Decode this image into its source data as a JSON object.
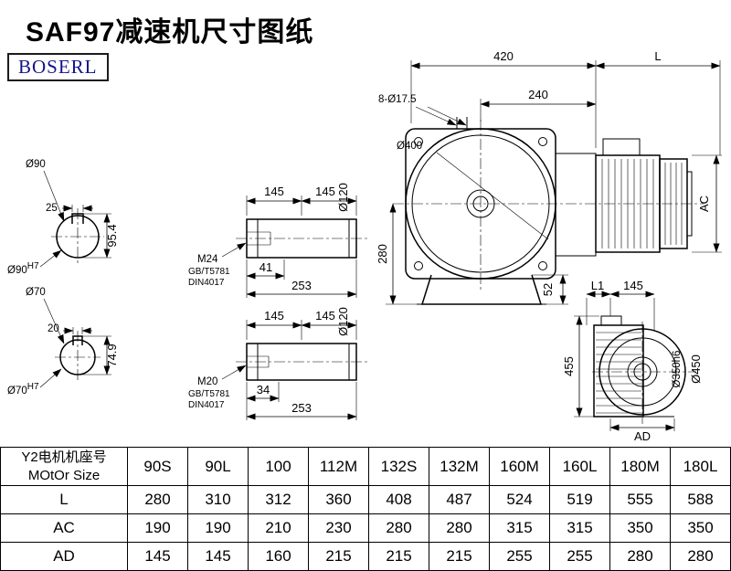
{
  "page": {
    "title": "SAF97减速机尺寸图纸",
    "logo": "BOSERL"
  },
  "details": {
    "top": {
      "dia": "Ø90",
      "key_width": "25",
      "key_height": "95.4",
      "bore": "Ø90",
      "bore_tol": "H7"
    },
    "bottom": {
      "dia": "Ø70",
      "key_width": "20",
      "key_height": "74.9",
      "bore": "Ø70",
      "bore_tol": "H7"
    }
  },
  "shafts": {
    "top": {
      "seg1": "145",
      "seg2": "145",
      "dia": "Ø120",
      "thread": "M24",
      "std1": "GB/T5781",
      "std2": "DIN4017",
      "thread_len": "41",
      "total_len": "253"
    },
    "bottom": {
      "seg1": "145",
      "seg2": "145",
      "dia": "Ø120",
      "thread": "M20",
      "std1": "GB/T5781",
      "std2": "DIN4017",
      "thread_len": "34",
      "total_len": "253"
    }
  },
  "front_view": {
    "top_width": "420",
    "length": "L",
    "holes": "8-Ø17.5",
    "flange_offset": "240",
    "flange_dia": "Ø400",
    "center_height": "280",
    "base_height": "52",
    "motor_dia": "AC"
  },
  "side_view": {
    "l1": "L1",
    "seg": "145",
    "height": "455",
    "flange_dia": "Ø350h6",
    "outer_dia": "Ø450",
    "width": "AD"
  },
  "table": {
    "header_line1": "Y2电机机座号",
    "header_line2": "MOtOr Size",
    "columns": [
      "90S",
      "90L",
      "100",
      "112M",
      "132S",
      "132M",
      "160M",
      "160L",
      "180M",
      "180L"
    ],
    "rows": [
      {
        "label": "L",
        "values": [
          "280",
          "310",
          "312",
          "360",
          "408",
          "487",
          "524",
          "519",
          "555",
          "588"
        ]
      },
      {
        "label": "AC",
        "values": [
          "190",
          "190",
          "210",
          "230",
          "280",
          "280",
          "315",
          "315",
          "350",
          "350"
        ]
      },
      {
        "label": "AD",
        "values": [
          "145",
          "145",
          "160",
          "215",
          "215",
          "215",
          "255",
          "255",
          "280",
          "280"
        ]
      }
    ]
  }
}
